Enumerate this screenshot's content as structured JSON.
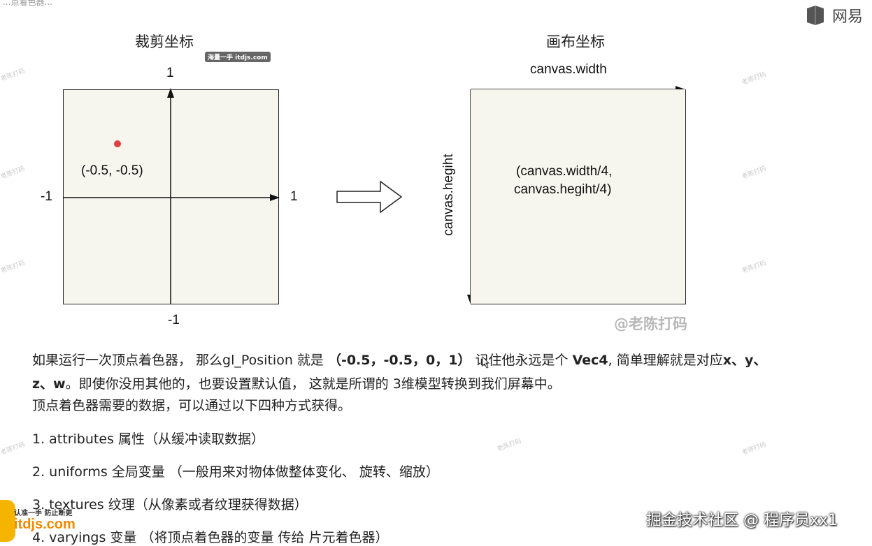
{
  "top": {
    "partial_text": "...点着色器...",
    "brand": "网易",
    "tag": "海量一手 itdjs.com"
  },
  "clip": {
    "title": "裁剪坐标",
    "y_top": "1",
    "y_bottom": "-1",
    "x_left": "-1",
    "x_right": "1",
    "point_label": "(-0.5, -0.5)",
    "point_color": "#e04040"
  },
  "canvas": {
    "title": "画布坐标",
    "width_label": "canvas.width",
    "height_label": "canvas.hegiht",
    "point_label_1": "(canvas.width/4,",
    "point_label_2": "canvas.hegiht/4)",
    "signature": "@老陈打码",
    "point_color": "#e04040"
  },
  "para": {
    "l1_a": "如果运行一次顶点着色器， 那么gl_Position 就是 ",
    "l1_b": "（-0.5，-0.5，0，1）",
    "l1_c": " 记住他永远是个 ",
    "l1_d": "Vec4",
    "l1_e": ", 简单理解就是对应",
    "l1_f": "x、y、",
    "l2_a": "z、w",
    "l2_b": "。即使你没用其他的，也要设置默认值， 这就是所谓的 3维模型转换到我们屏幕中。",
    "l3": "顶点着色器需要的数据，可以通过以下四种方式获得。"
  },
  "list": [
    "1. attributes 属性（从缓冲读取数据）",
    "2. uniforms 全局变量 （一般用来对物体做整体变化、 旋转、缩放）",
    "3. textures 纹理（从像素或者纹理获得数据）",
    "4. varyings 变量 （将顶点着色器的变量 传给 片元着色器）"
  ],
  "overlay": {
    "community": "掘金技术社区 @ 程序员xx1",
    "itdjs_top": "认准一手 防止断更",
    "itdjs": "itdjs.com",
    "watermark": "老陈打码"
  }
}
